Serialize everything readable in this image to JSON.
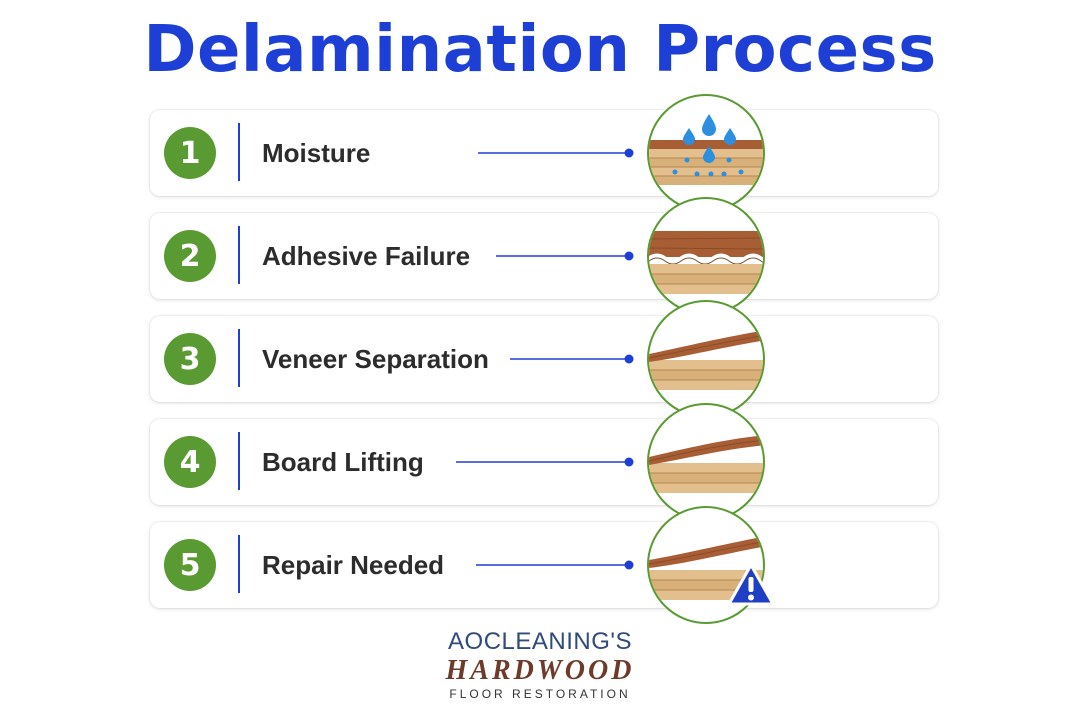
{
  "title": "Delamination Process",
  "colors": {
    "title": "#1e3fd6",
    "accent_green": "#5a9a32",
    "connector_blue": "#1e3fd6",
    "wood_light": "#e2bf8c",
    "wood_dark": "#a85e35",
    "water": "#2d8fe0",
    "warning": "#1f3fc4"
  },
  "steps": [
    {
      "number": "1",
      "label": "Moisture",
      "icon": "water-drops-wood-icon"
    },
    {
      "number": "2",
      "label": "Adhesive Failure",
      "icon": "wavy-adhesive-wood-icon"
    },
    {
      "number": "3",
      "label": "Veneer Separation",
      "icon": "peeling-veneer-icon"
    },
    {
      "number": "4",
      "label": "Board Lifting",
      "icon": "lifting-board-icon"
    },
    {
      "number": "5",
      "label": "Repair Needed",
      "icon": "damaged-board-icon"
    }
  ],
  "warning_icon": "warning-triangle-icon",
  "logo": {
    "line1": "AOCLEANING'S",
    "line2": "HARDWOOD",
    "line3": "FLOOR RESTORATION"
  }
}
